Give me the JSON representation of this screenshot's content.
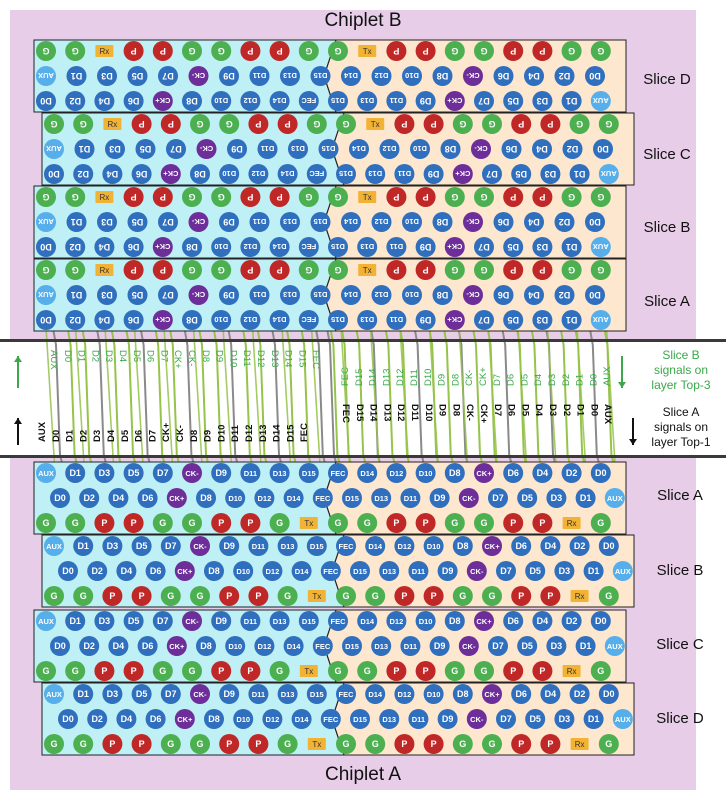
{
  "chiplets": {
    "top_title": "Chiplet B",
    "bottom_title": "Chiplet A"
  },
  "slices": {
    "b": {
      "d": "Slice D",
      "c": "Slice C",
      "b": "Slice B",
      "a": "Slice A"
    },
    "a": {
      "a": "Slice A",
      "b": "Slice B",
      "c": "Slice C",
      "d": "Slice D"
    }
  },
  "annotations": {
    "slice_b_signals": "Slice B signals on layer Top-3",
    "slice_a_signals": "Slice A signals on layer Top-1"
  },
  "left_labels": [
    "AUX",
    "D0",
    "D1",
    "D2",
    "D3",
    "D4",
    "D5",
    "D6",
    "D7",
    "CK+",
    "CK-",
    "D8",
    "D9",
    "D10",
    "D11",
    "D12",
    "D13",
    "D14",
    "D15",
    "FEC"
  ],
  "right_labels": [
    "FEC",
    "D15",
    "D14",
    "D13",
    "D12",
    "D11",
    "D10",
    "D9",
    "D8",
    "CK-",
    "CK+",
    "D7",
    "D6",
    "D5",
    "D4",
    "D3",
    "D2",
    "D1",
    "D0",
    "AUX"
  ],
  "colors": {
    "chiplet_bg": "#e7cde7",
    "module_cyan": "#bff0f5",
    "module_peach": "#fde7cf",
    "data_blue": "#2f6fbe",
    "clock_purple": "#6d2e9a",
    "ground_green": "#4caf50",
    "power_red": "#c02828",
    "aux_lightblue": "#56aeea",
    "trace_green": "#96c34a",
    "trace_gray": "#8a8a8a",
    "tx_rx_orange": "#f2b233",
    "annotation_green": "#3aa84a"
  },
  "module_rows": {
    "b_row1": [
      "G",
      "G",
      "Rx",
      "P",
      "P",
      "G",
      "G",
      "P",
      "P",
      "G",
      "G",
      "Tx",
      "P",
      "P",
      "G",
      "G",
      "P",
      "P",
      "G",
      "G"
    ],
    "b_row2": [
      "AUX",
      "D1",
      "D3",
      "D5",
      "D7",
      "CK-",
      "D9",
      "D11",
      "D13",
      "D15",
      "D14",
      "D12",
      "D10",
      "D8",
      "CK-",
      "D6",
      "D4",
      "D2",
      "D0"
    ],
    "b_row3": [
      "D0",
      "D2",
      "D4",
      "D6",
      "CK+",
      "D8",
      "D10",
      "D12",
      "D14",
      "FEC",
      "D15",
      "D13",
      "D11",
      "D9",
      "CK+",
      "D7",
      "D5",
      "D3",
      "D1",
      "AUX"
    ],
    "a_row1": [
      "AUX",
      "D1",
      "D3",
      "D5",
      "D7",
      "CK-",
      "D9",
      "D11",
      "D13",
      "D15",
      "FEC",
      "D14",
      "D12",
      "D10",
      "D8",
      "CK+",
      "D6",
      "D4",
      "D2",
      "D0"
    ],
    "a_row2": [
      "D0",
      "D2",
      "D4",
      "D6",
      "CK+",
      "D8",
      "D10",
      "D12",
      "D14",
      "FEC",
      "D15",
      "D13",
      "D11",
      "D9",
      "CK-",
      "D7",
      "D5",
      "D3",
      "D1",
      "AUX"
    ],
    "a_row3": [
      "G",
      "G",
      "P",
      "P",
      "G",
      "G",
      "P",
      "P",
      "G",
      "Tx",
      "G",
      "G",
      "P",
      "P",
      "G",
      "G",
      "P",
      "P",
      "Rx",
      "G"
    ]
  },
  "pad_labels": {
    "tx": "Tx",
    "rx": "Rx"
  }
}
